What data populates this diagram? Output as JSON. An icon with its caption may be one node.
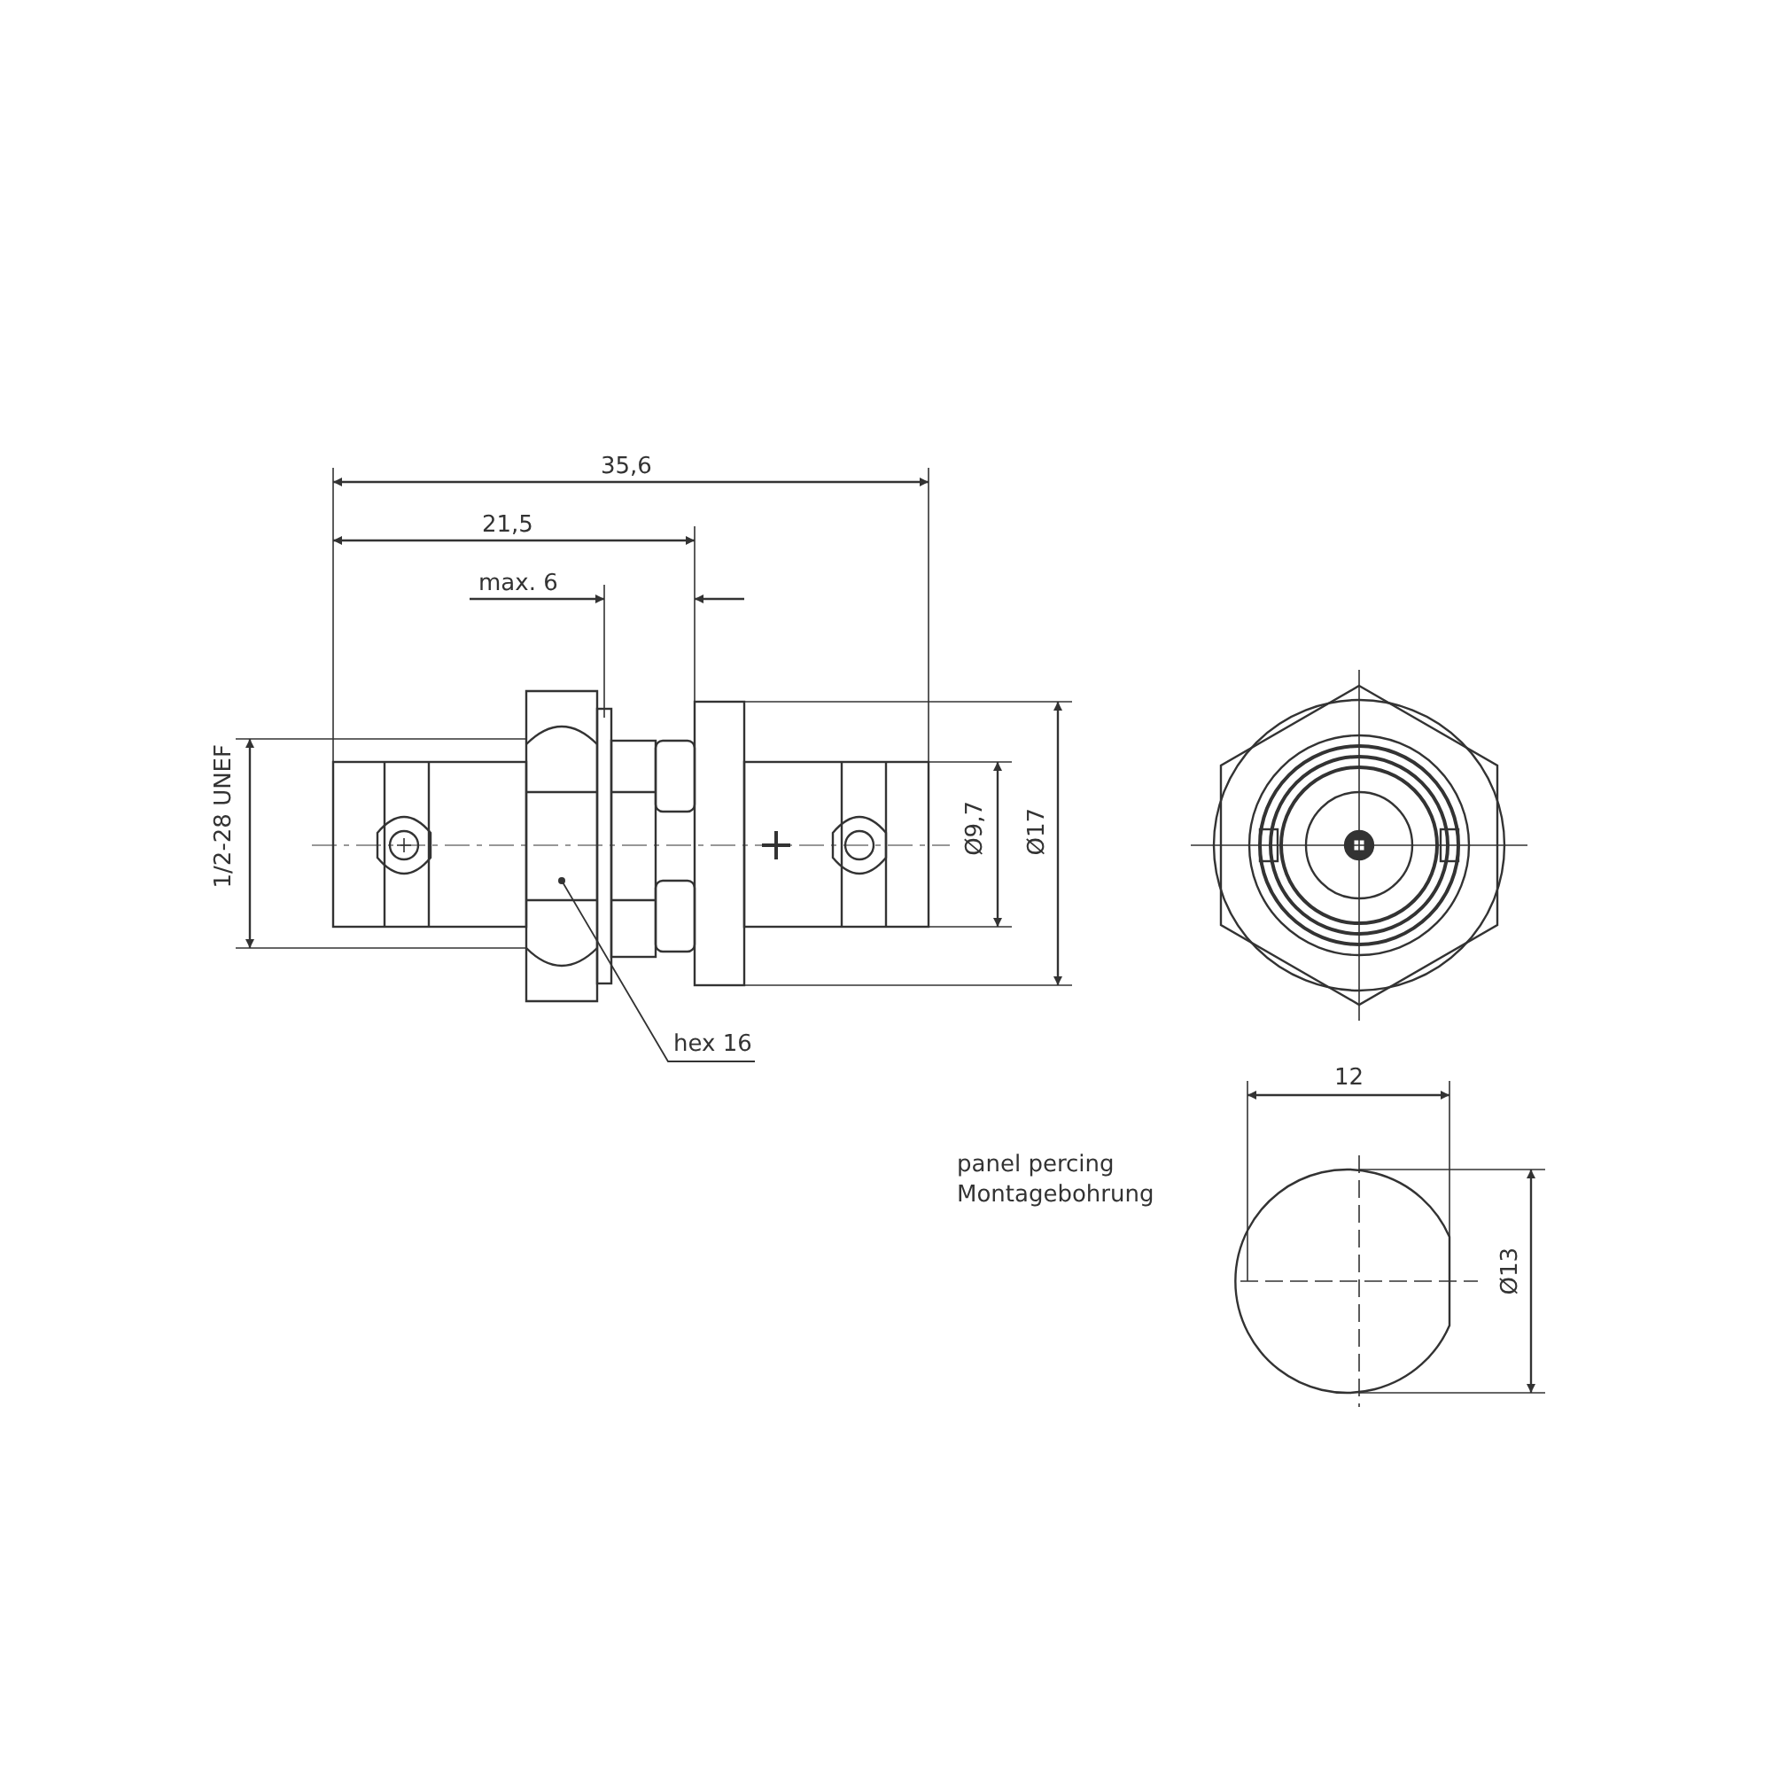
{
  "diagram": {
    "nodes": [
      {
        "text": [
          "hex 16"
        ]
      },
      {
        "text": [],
        "shape": "picture"
      }
    ],
    "edges": [
      {
        "from": 0,
        "to": 1,
        "arrow": "other"
      }
    ],
    "labels": [
      "35,6",
      "21,5",
      "max. 6",
      "1/2-28 UNEF",
      "Ø9,7",
      "Ø17",
      "12",
      "panel percing",
      "Montagebohrung",
      "Ø13"
    ]
  }
}
